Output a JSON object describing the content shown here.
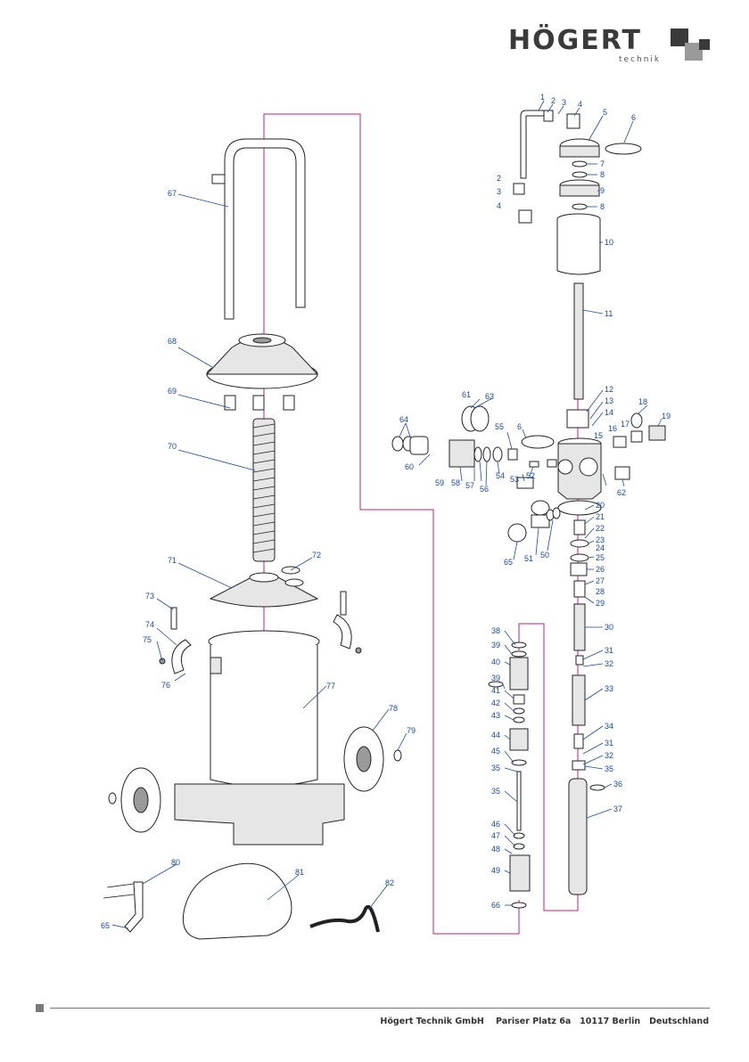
{
  "brand": {
    "name": "HÖGERT",
    "sub": "technik"
  },
  "footer": {
    "text": "Högert Technik GmbH    Pariser Platz 6a   10117 Berlin   Deutschland"
  },
  "colors": {
    "label": "#1a4aa8",
    "assembly_line": "#c2227a",
    "logo": "#3a3a3a"
  },
  "labels": {
    "p1": "1",
    "p2": "2",
    "p3": "3",
    "p4": "4",
    "p5": "5",
    "p6": "6",
    "p7": "7",
    "p8": "8",
    "p9": "9",
    "p10": "10",
    "p11": "11",
    "p12": "12",
    "p13": "13",
    "p14": "14",
    "p15": "15",
    "p16": "16",
    "p17": "17",
    "p18": "18",
    "p19": "19",
    "p20": "20",
    "p21": "21",
    "p22": "22",
    "p23": "23",
    "p24": "24",
    "p25": "25",
    "p26": "26",
    "p27": "27",
    "p28": "28",
    "p29": "29",
    "p30": "30",
    "p31": "31",
    "p32": "32",
    "p33": "33",
    "p34": "34",
    "p35": "35",
    "p36": "36",
    "p37": "37",
    "p38": "38",
    "p39": "39",
    "p40": "40",
    "p41": "41",
    "p42": "42",
    "p43": "43",
    "p44": "44",
    "p45": "45",
    "p46": "46",
    "p47": "47",
    "p48": "48",
    "p49": "49",
    "p50": "50",
    "p51": "51",
    "p52": "52",
    "p53": "53",
    "p54": "54",
    "p55": "55",
    "p56": "56",
    "p57": "57",
    "p58": "58",
    "p59": "59",
    "p60": "60",
    "p61": "61",
    "p62": "62",
    "p63": "63",
    "p64": "64",
    "p65": "65",
    "p66": "66",
    "p67": "67",
    "p68": "68",
    "p69": "69",
    "p70": "70",
    "p71": "71",
    "p72": "72",
    "p73": "73",
    "p74": "74",
    "p75": "75",
    "p76": "76",
    "p77": "77",
    "p78": "78",
    "p79": "79",
    "p80": "80",
    "p81": "81",
    "p82": "82"
  }
}
